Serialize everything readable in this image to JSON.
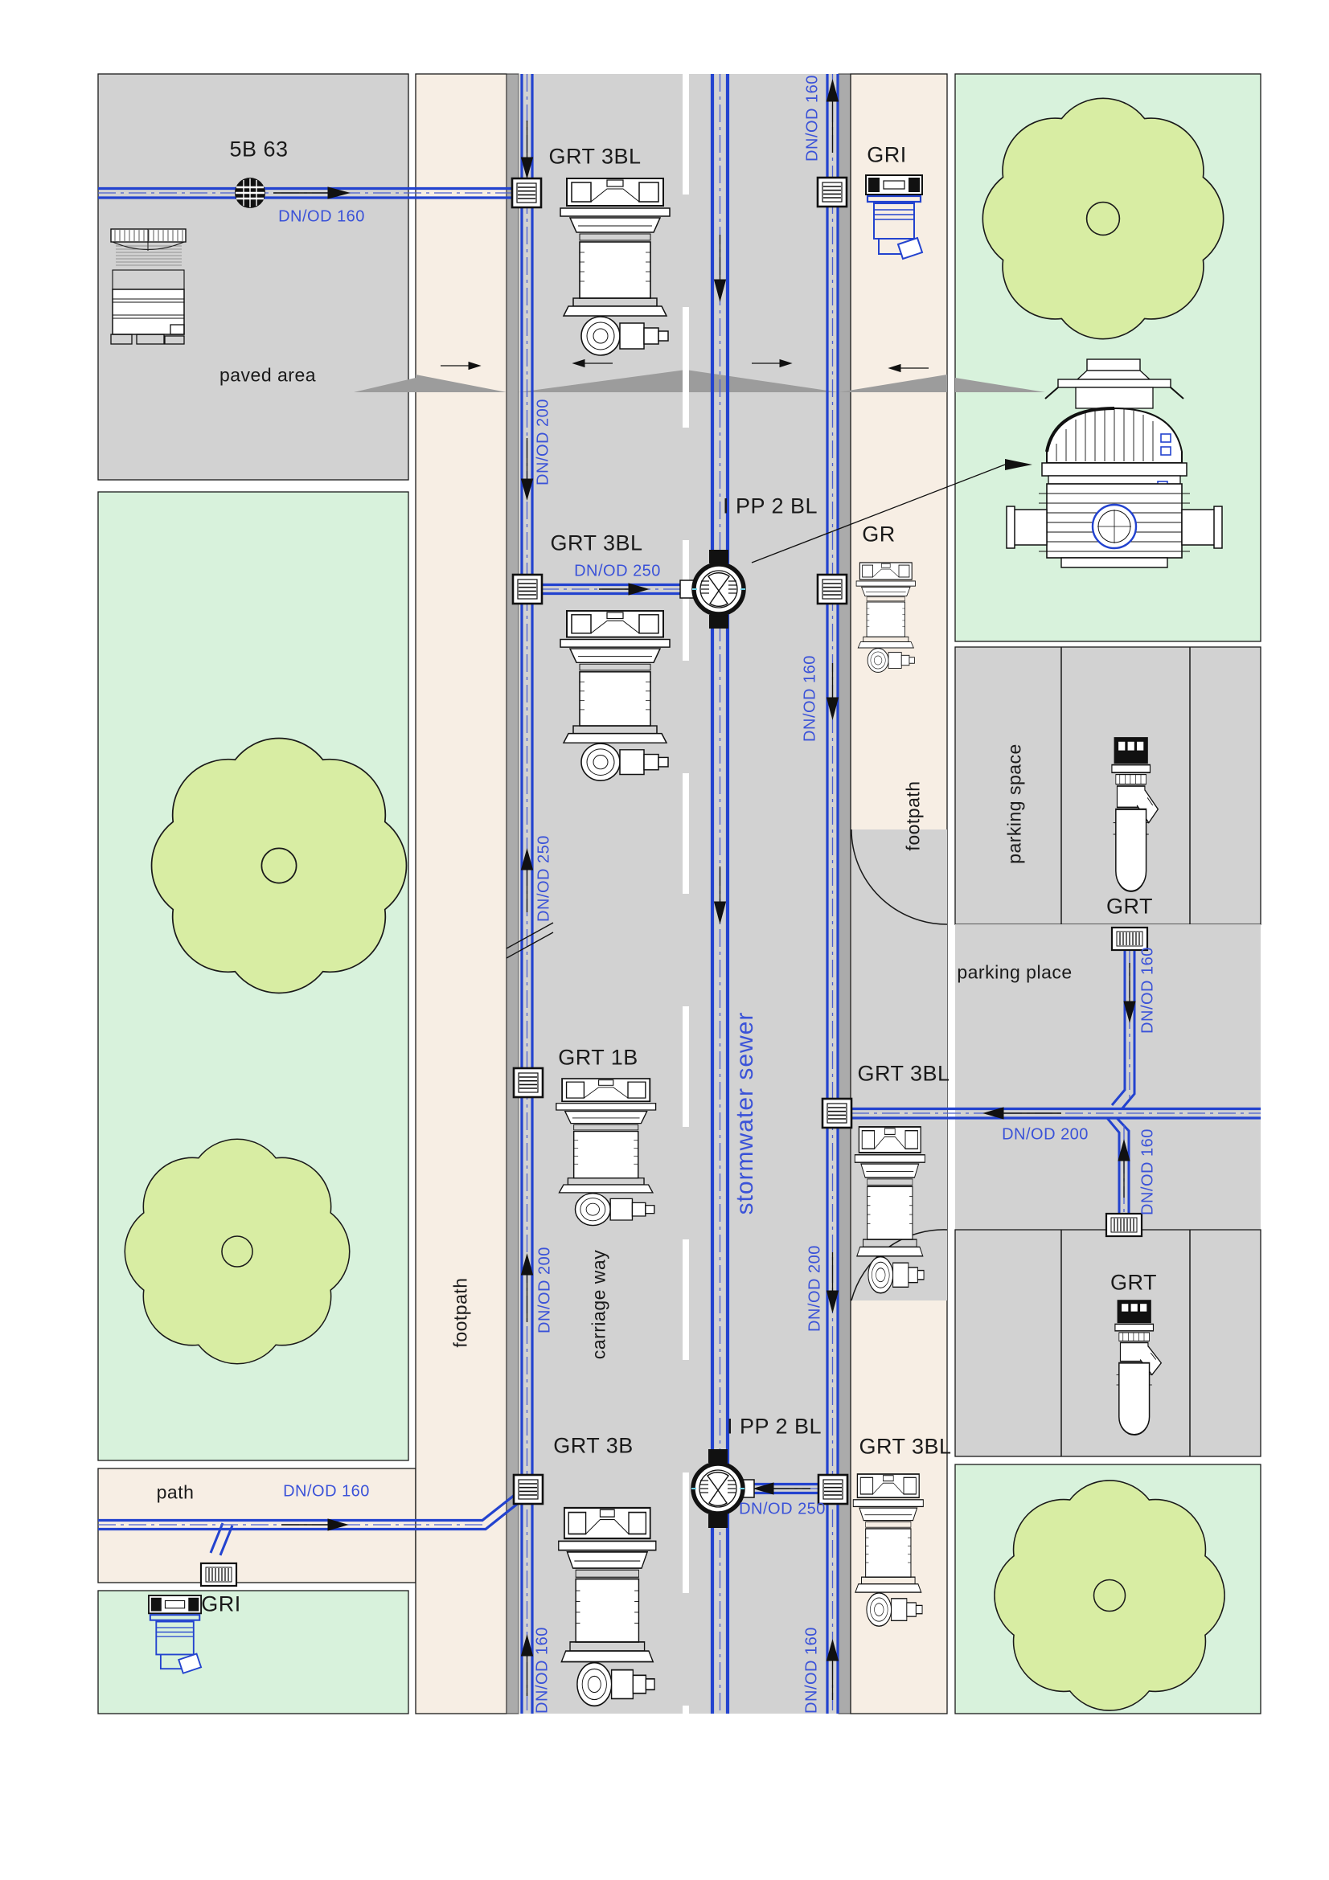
{
  "title": "stormwater drainage site plan",
  "labels": {
    "sb63": "5B 63",
    "paved_area": "paved area",
    "grt3bl_top": "GRT 3BL",
    "gri_top": "GRI",
    "grt3bl_mid": "GRT 3BL",
    "ipp2bl_top": "I PP 2 BL",
    "gr": "GR",
    "footpath_right": "footpath",
    "parking_space": "parking space",
    "grt_parking_top": "GRT",
    "parking_place": "parking place",
    "grt3bl_right": "GRT 3BL",
    "grt_parking_bottom": "GRT",
    "grt1b": "GRT 1B",
    "stormwater_sewer": "stormwater sewer",
    "carriage_way": "carriage way",
    "footpath_left": "footpath",
    "grt3b": "GRT 3B",
    "ipp2bl_bottom": "I PP 2 BL",
    "grt3bl_bottom_right": "GRT 3BL",
    "path": "path",
    "gri_bottom": "GRI"
  },
  "pipe_labels": {
    "top_path": "DN/OD 160",
    "right_top": "DN/OD 160",
    "left_upper": "DN/OD 200",
    "mid_connector": "DN/OD 250",
    "right_mid": "DN/OD 160",
    "left_mid": "DN/OD 250",
    "parking_upper": "DN/OD 160",
    "parking_junction": "DN/OD 200",
    "parking_lower": "DN/OD 160",
    "left_lower": "DN/OD 200",
    "right_lower": "DN/OD 200",
    "bottom_connector": "DN/OD 250",
    "path_bottom": "DN/OD 160",
    "left_bottom": "DN/OD 160",
    "right_bottom": "DN/OD 160"
  },
  "colors": {
    "pipe_blue": "#2343cf",
    "label_blue": "#3a52d8",
    "road_gray": "#d2d2d2",
    "gutter_gray": "#ababab",
    "footpath_beige": "#f7eee4",
    "lawn_green": "#d8f2dc",
    "tree_green": "#d8eda3",
    "bump_gray": "#9c9c9c",
    "line_black": "#1a1a1a"
  }
}
